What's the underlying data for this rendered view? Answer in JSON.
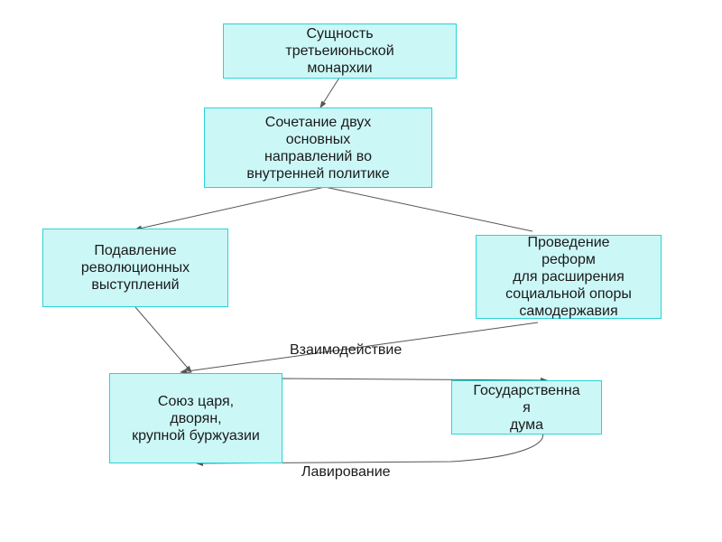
{
  "diagram": {
    "nodes": {
      "essence": "Сущность\nтретьеиюньской\nмонархии",
      "combination": "Сочетание двух\nосновных\nнаправлений во\nвнутренней политике",
      "suppression": "Подавление\nреволюционных\nвыступлений",
      "reforms": "Проведение\nреформ\nдля расширения\nсоциальной опоры\nсамодержавия",
      "union": "Союз царя,\nдворян,\nкрупной буржуазии",
      "duma": "Государственна\nя\nдума"
    },
    "labels": {
      "interaction": "Взаимодействие",
      "maneuvering": "Лавирование"
    },
    "colors": {
      "box_fill": "#ccf7f7",
      "box_border": "#2ad4d4",
      "arrow": "#555555"
    }
  }
}
